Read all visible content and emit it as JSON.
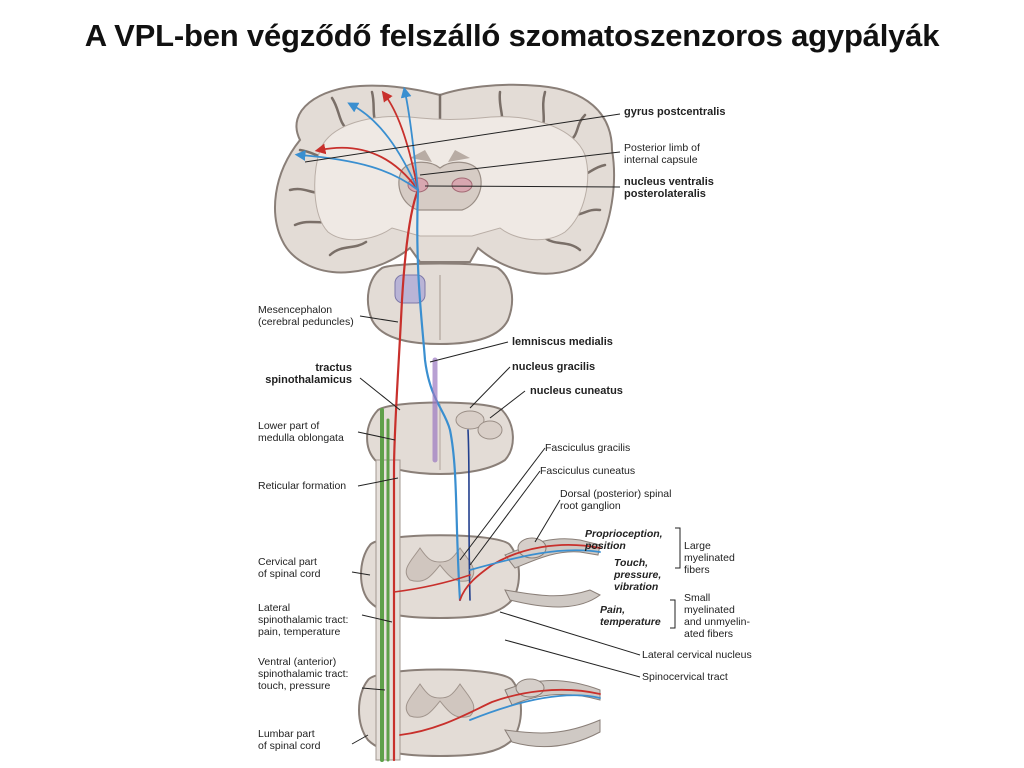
{
  "title": "A VPL-ben végződő felszálló szomatoszenzoros agypályák",
  "labels": {
    "gyrus_postcentralis": "gyrus postcentralis",
    "posterior_limb": "Posterior limb of\ninternal capsule",
    "nucleus_vpl": "nucleus ventralis\nposterolateralis",
    "mesencephalon": "Mesencephalon\n(cerebral peduncles)",
    "lemniscus_medialis": "lemniscus medialis",
    "tractus_spinothalamicus": "tractus\nspinothalamicus",
    "nucleus_gracilis": "nucleus gracilis",
    "nucleus_cuneatus": "nucleus cuneatus",
    "lower_medulla": "Lower part of\nmedulla oblongata",
    "fasciculus_gracilis": "Fasciculus gracilis",
    "fasciculus_cuneatus": "Fasciculus cuneatus",
    "reticular_formation": "Reticular formation",
    "dorsal_root_ganglion": "Dorsal (posterior) spinal\nroot ganglion",
    "proprioception": "Proprioception,\nposition",
    "touch": "Touch,\npressure,\nvibration",
    "large_myelinated": "Large\nmyelinated\nfibers",
    "cervical_cord": "Cervical part\nof spinal cord",
    "lateral_spinothalamic": "Lateral\nspinothalamic tract:\npain, temperature",
    "pain": "Pain,\ntemperature",
    "small_myelinated": "Small\nmyelinated\nand unmyelin-\nated fibers",
    "lateral_cervical_nucleus": "Lateral cervical nucleus",
    "ventral_spinothalamic": "Ventral (anterior)\nspinothalamic tract:\ntouch, pressure",
    "spinocervical_tract": "Spinocervical tract",
    "lumbar_cord": "Lumbar part\nof spinal cord"
  },
  "colors": {
    "tissue": "#e3dcd6",
    "tissue_edge": "#8a7f78",
    "lemniscal_blue": "#3a8fd0",
    "spinothalamic_red": "#c8302c",
    "ventral_green": "#5fa04a",
    "violet": "#9a78c0",
    "dark_blue": "#23408e"
  }
}
